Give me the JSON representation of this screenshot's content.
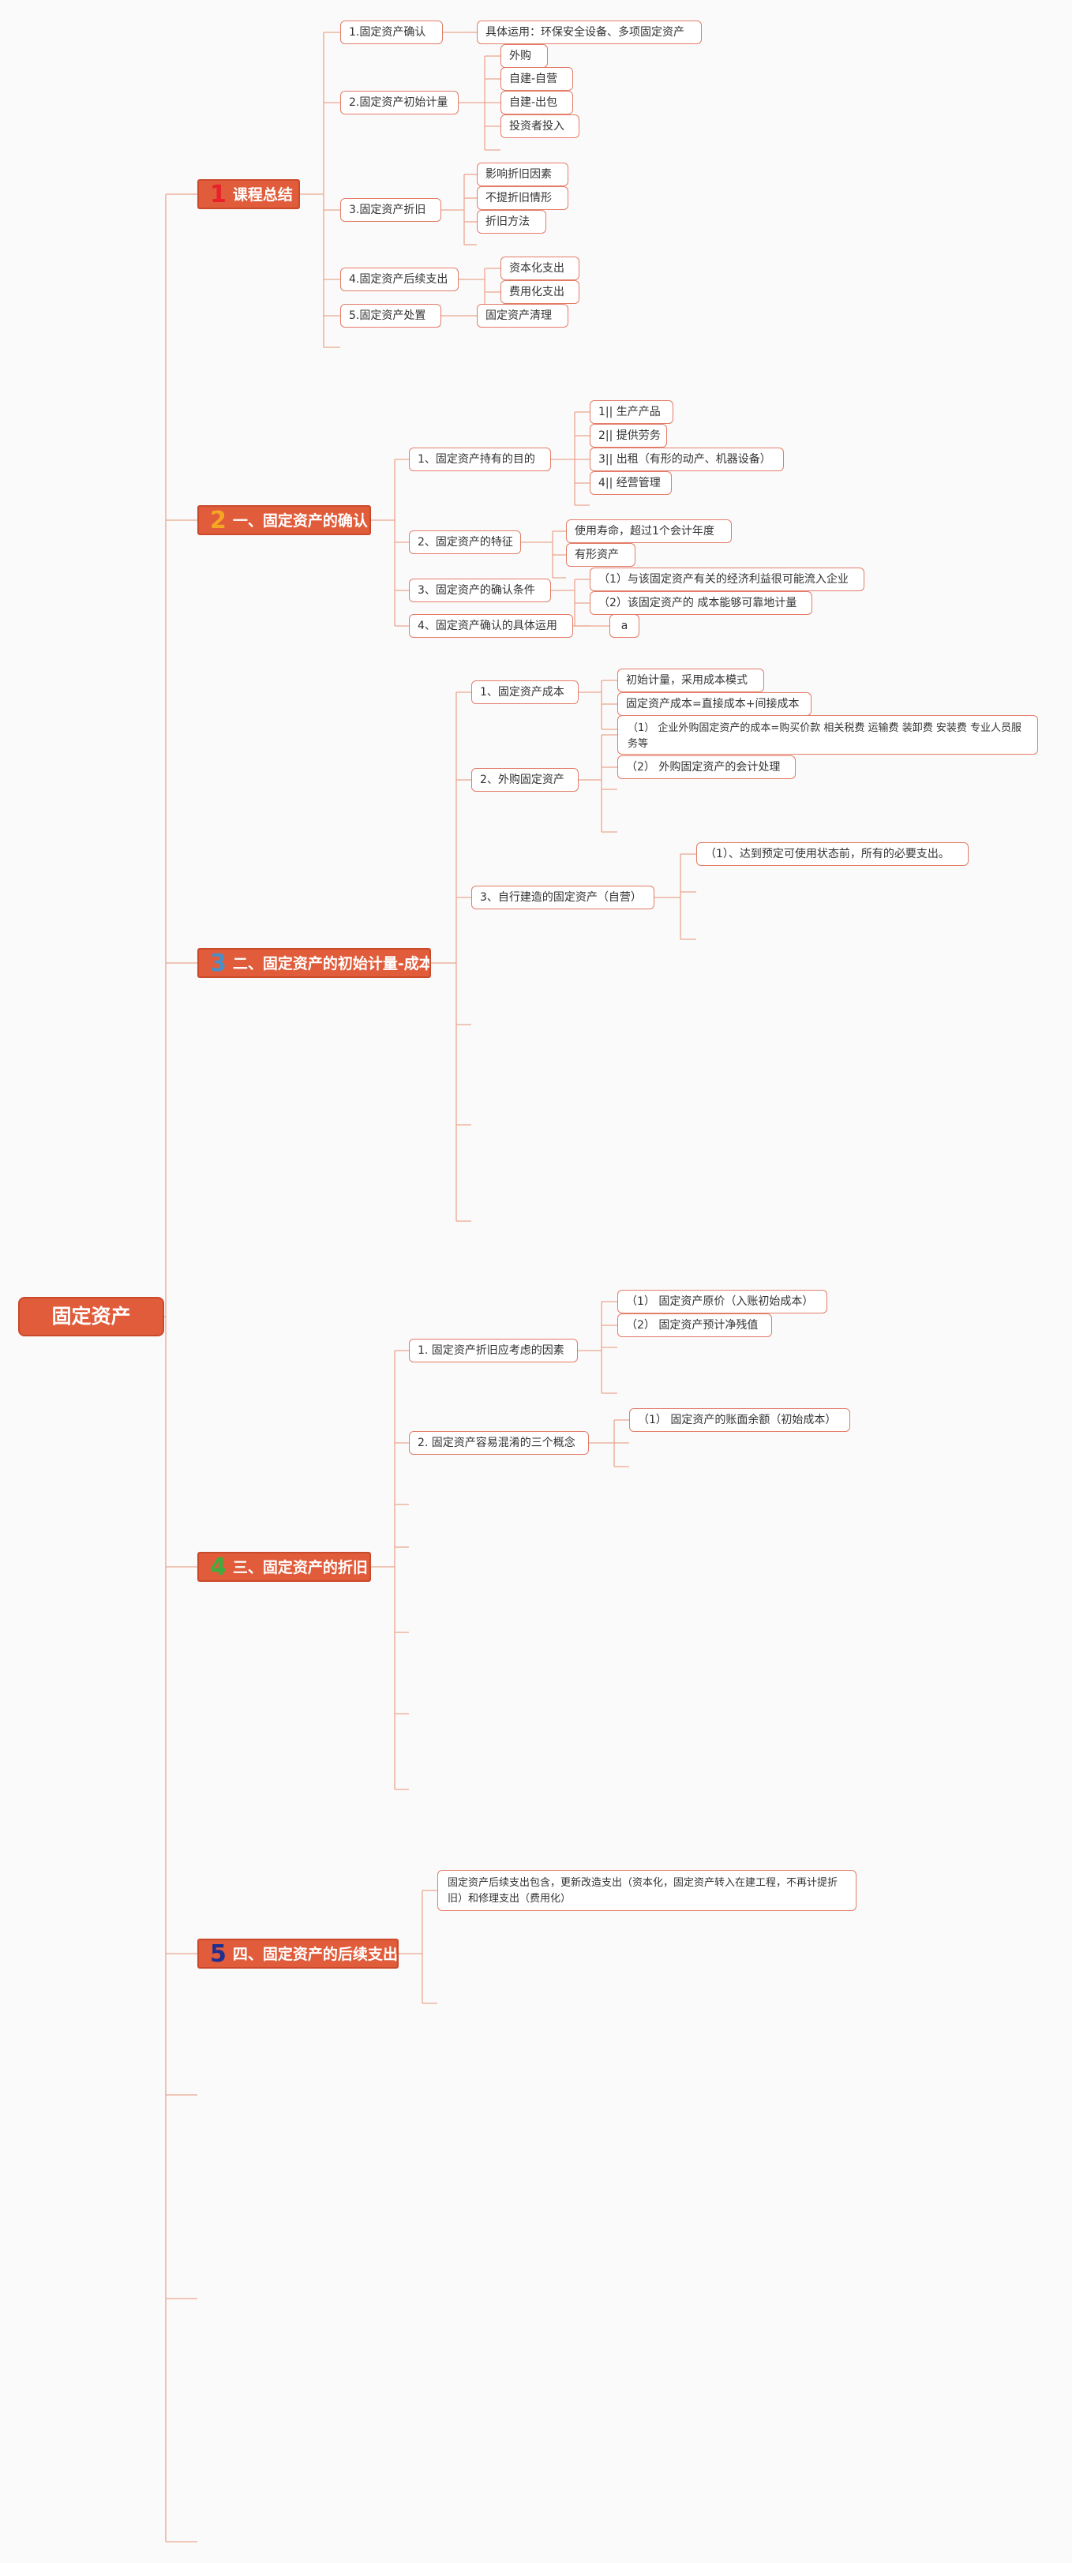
{
  "colors": {
    "accent": "#e05c3b",
    "line": "#e9a68f",
    "node_border": "#e37c68",
    "num_1": "#e8212b",
    "num_2": "#f5a623",
    "num_3": "#4a90c8",
    "num_4": "#3cae3f",
    "num_5": "#1f2f8f"
  },
  "root": {
    "label": "固定资产"
  },
  "sections": [
    {
      "num": "1",
      "label": "课程总结",
      "children": [
        {
          "label": "1.固定资产确认",
          "children": [
            "具体运用：环保安全设备、多项固定资产"
          ]
        },
        {
          "label": "2.固定资产初始计量",
          "children": [
            "外购",
            "自建-自营",
            "自建-出包",
            "投资者投入"
          ]
        },
        {
          "label": "3.固定资产折旧",
          "children": [
            "影响折旧因素",
            "不提折旧情形",
            "折旧方法"
          ]
        },
        {
          "label": "4.固定资产后续支出",
          "children": [
            "资本化支出",
            "费用化支出"
          ]
        },
        {
          "label": "5.固定资产处置",
          "children": [
            "固定资产清理"
          ]
        }
      ]
    },
    {
      "num": "2",
      "label": "一、固定资产的确认",
      "children": [
        {
          "label": "1、固定资产持有的目的",
          "children": [
            "1|| 生产产品",
            "2|| 提供劳务",
            "3|| 出租（有形的动产、机器设备）",
            "4|| 经营管理"
          ]
        },
        {
          "label": "2、固定资产的特征",
          "children": [
            "使用寿命，超过1个会计年度",
            "有形资产"
          ]
        },
        {
          "label": "3、固定资产的确认条件",
          "children": [
            "（1）与该固定资产有关的经济利益很可能流入企业",
            "（2）该固定资产的 成本能够可靠地计量"
          ]
        },
        {
          "label": "4、固定资产确认的具体运用",
          "children": [
            "a"
          ]
        }
      ]
    },
    {
      "num": "3",
      "label": "二、固定资产的初始计量-成本",
      "children": [
        {
          "label": "1、固定资产成本",
          "children": [
            "初始计量，采用成本模式",
            "固定资产成本=直接成本+间接成本"
          ]
        },
        {
          "label": "2、外购固定资产",
          "children": [
            "（1） 企业外购固定资产的成本=购买价款 相关税费 运输费 装卸费 安装费 专业人员服务等",
            "（2） 外购固定资产的会计处理"
          ]
        },
        {
          "label": "3、自行建造的固定资产（自营）",
          "children": [
            "（1）、达到预定可使用状态前，所有的必要支出。"
          ]
        }
      ]
    },
    {
      "num": "4",
      "label": "三、固定资产的折旧",
      "children": [
        {
          "label": "1. 固定资产折旧应考虑的因素",
          "children": [
            "（1） 固定资产原价（入账初始成本）",
            "（2） 固定资产预计净残值"
          ]
        },
        {
          "label": "2. 固定资产容易混淆的三个概念",
          "children": [
            "（1） 固定资产的账面余额（初始成本）"
          ]
        }
      ]
    },
    {
      "num": "5",
      "label": "四、固定资产的后续支出",
      "children": [
        {
          "label": "固定资产后续支出包含，更新改造支出（资本化，固定资产转入在建工程，不再计提折旧）和修理支出（费用化）"
        }
      ]
    }
  ]
}
